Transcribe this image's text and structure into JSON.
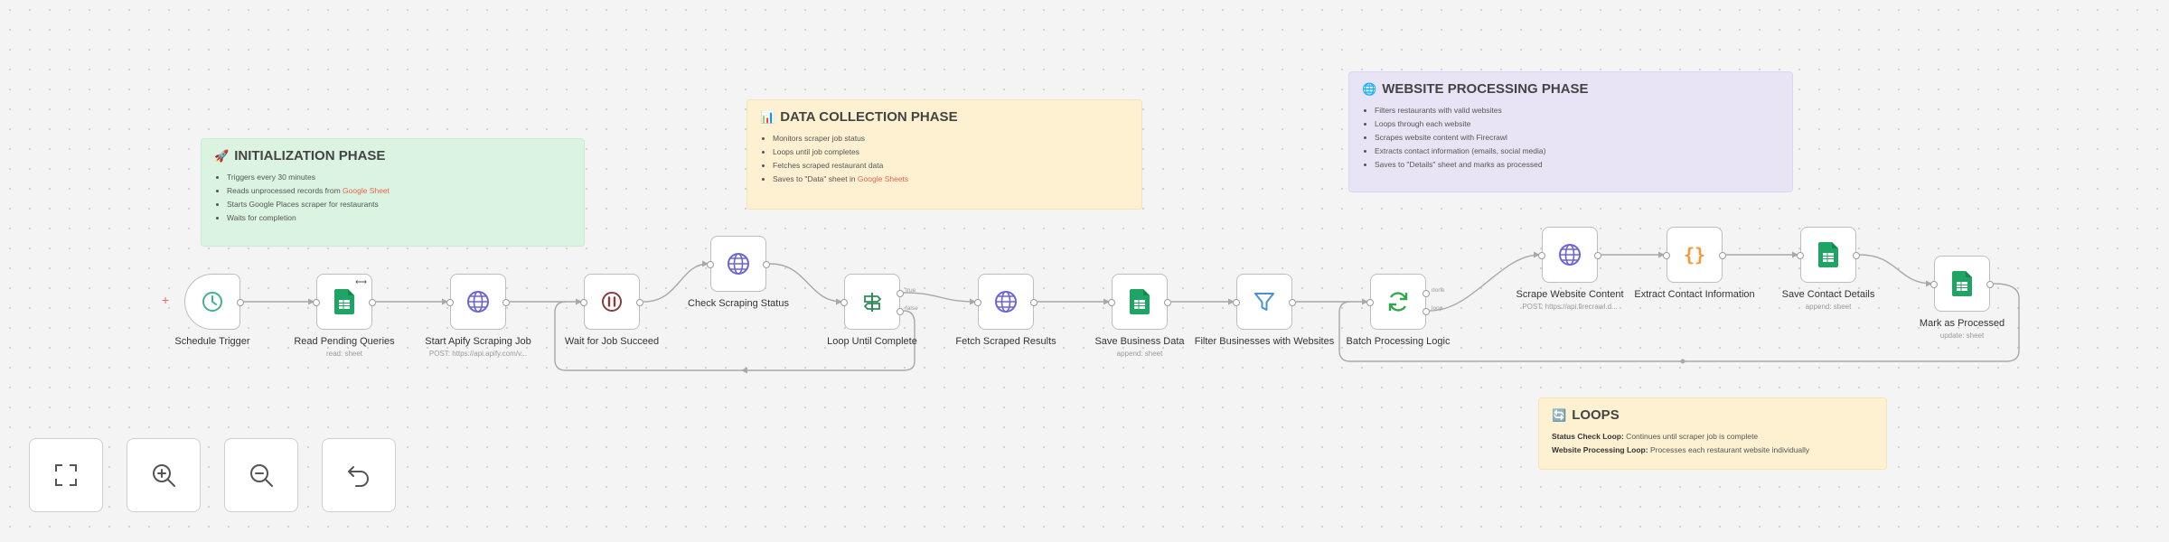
{
  "sticky_notes": {
    "init": {
      "emoji": "🚀",
      "title": "INITIALIZATION PHASE",
      "items": [
        {
          "text": "Triggers every 30 minutes"
        },
        {
          "text": "Reads unprocessed records from ",
          "highlight": "Google Sheet"
        },
        {
          "text": "Starts Google Places scraper for restaurants"
        },
        {
          "text": "Waits for completion"
        }
      ]
    },
    "data": {
      "emoji": "📊",
      "title": "DATA COLLECTION PHASE",
      "items": [
        {
          "text": "Monitors scraper job status"
        },
        {
          "text": "Loops until job completes"
        },
        {
          "text": "Fetches scraped restaurant data"
        },
        {
          "text": "Saves to \"Data\" sheet in ",
          "highlight": "Google Sheets"
        }
      ]
    },
    "website": {
      "emoji": "🌐",
      "title": "WEBSITE PROCESSING PHASE",
      "items": [
        {
          "text": "Filters restaurants with valid websites"
        },
        {
          "text": "Loops through each website"
        },
        {
          "text": "Scrapes website content with Firecrawl"
        },
        {
          "text": "Extracts contact information (emails, social media)"
        },
        {
          "text": "Saves to \"Details\" sheet and marks as processed"
        }
      ]
    },
    "loops": {
      "emoji": "🔄",
      "title": "LOOPS",
      "lines": [
        {
          "bold": "Status Check Loop:",
          "text": " Continues until scraper job is complete"
        },
        {
          "bold": "Website Processing Loop:",
          "text": " Processes each restaurant website individually"
        }
      ]
    }
  },
  "nodes": [
    {
      "id": "schedule_trigger",
      "label": "Schedule Trigger",
      "sub": "",
      "icon": "clock-icon",
      "color": "#3fb28f"
    },
    {
      "id": "read_pending",
      "label": "Read Pending Queries",
      "sub": "read: sheet",
      "icon": "google-sheets-icon",
      "color": "#1fa463"
    },
    {
      "id": "start_apify",
      "label": "Start Apify Scraping Job",
      "sub": "POST: https://api.apify.com/v...",
      "icon": "globe-icon",
      "color": "#6c63d9"
    },
    {
      "id": "wait_job",
      "label": "Wait for Job Succeed",
      "sub": "",
      "icon": "pause-icon",
      "color": "#8a3b3b"
    },
    {
      "id": "check_status",
      "label": "Check Scraping Status",
      "sub": "",
      "icon": "globe-icon",
      "color": "#6c63d9"
    },
    {
      "id": "loop_until",
      "label": "Loop Until Complete",
      "sub": "",
      "icon": "signpost-icon",
      "color": "#2e8b57"
    },
    {
      "id": "fetch_results",
      "label": "Fetch Scraped Results",
      "sub": "",
      "icon": "globe-icon",
      "color": "#6c63d9"
    },
    {
      "id": "save_business",
      "label": "Save Business Data",
      "sub": "append: sheet",
      "icon": "google-sheets-icon",
      "color": "#1fa463"
    },
    {
      "id": "filter_websites",
      "label": "Filter Businesses with Websites",
      "sub": "",
      "icon": "funnel-icon",
      "color": "#4a90d9"
    },
    {
      "id": "batch_logic",
      "label": "Batch Processing Logic",
      "sub": "",
      "icon": "loop-icon",
      "color": "#2ea84a"
    },
    {
      "id": "scrape_website",
      "label": "Scrape Website Content",
      "sub": "POST: https://api.firecrawl.d...",
      "icon": "globe-icon",
      "color": "#6c63d9"
    },
    {
      "id": "extract_contact",
      "label": "Extract Contact Information",
      "sub": "",
      "icon": "braces-icon",
      "color": "#f29b38"
    },
    {
      "id": "save_contact",
      "label": "Save Contact Details",
      "sub": "append: sheet",
      "icon": "google-sheets-icon",
      "color": "#1fa463"
    },
    {
      "id": "mark_processed",
      "label": "Mark as Processed",
      "sub": "update: sheet",
      "icon": "google-sheets-icon",
      "color": "#1fa463"
    }
  ],
  "branch_labels": {
    "loop_true": "true",
    "loop_false": "false",
    "batch_done": "done",
    "batch_loop": "loop"
  },
  "toolbar": [
    {
      "name": "fit-view-button",
      "icon": "fit-view-icon"
    },
    {
      "name": "zoom-in-button",
      "icon": "zoom-in-icon"
    },
    {
      "name": "zoom-out-button",
      "icon": "zoom-out-icon"
    },
    {
      "name": "reset-view-button",
      "icon": "undo-icon"
    }
  ],
  "colors": {
    "edge": "#9a9a9a",
    "highlight": "#e8654d",
    "note_green": "#dbf4e1",
    "note_yellow": "#fdf1d2",
    "note_purple": "#e8e4f5"
  }
}
